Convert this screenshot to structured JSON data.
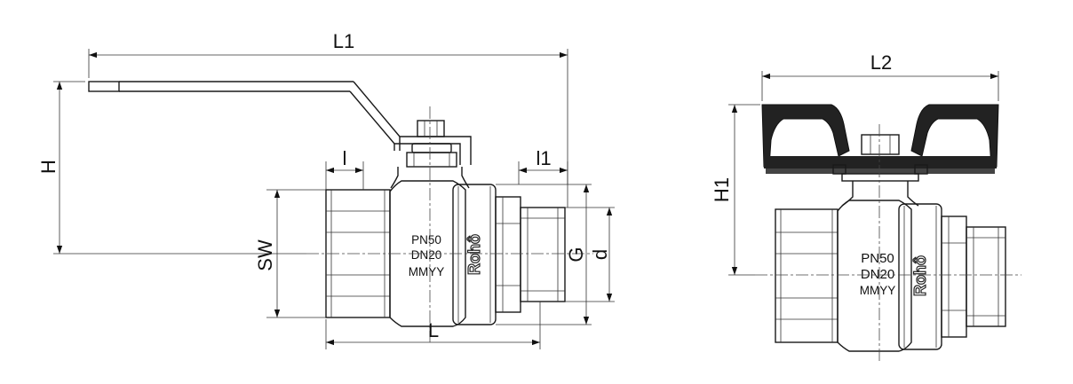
{
  "dimensions": {
    "left_view": {
      "L1": "L1",
      "H": "H",
      "l": "l",
      "l1": "l1",
      "SW": "SW",
      "G": "G",
      "d": "d",
      "L": "L"
    },
    "right_view": {
      "L2": "L2",
      "H1": "H1"
    }
  },
  "body_markings": {
    "pressure": "PN50",
    "size": "DN20",
    "date_code": "MMYY",
    "brand": "Rohô"
  }
}
